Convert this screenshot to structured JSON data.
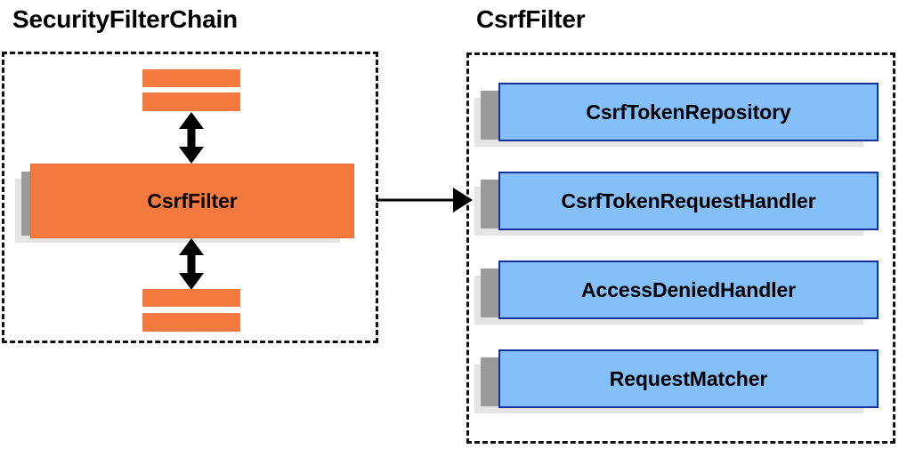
{
  "diagram": {
    "type": "component-relationship-diagram",
    "background": "#ffffff",
    "colors": {
      "orange_fill": "#f4793e",
      "orange_border": "#e86a2e",
      "blue_fill": "#85bffa",
      "blue_border": "#16309c",
      "shadow_dark": "#9a9a9a",
      "shadow_light": "#e4e4e4",
      "outline_dashed": "#111111",
      "arrow": "#000000",
      "text": "#000000"
    }
  },
  "left_panel": {
    "title": "SecurityFilterChain",
    "highlighted_filter": "CsrfFilter",
    "filters_above_count": 2,
    "filters_below_count": 2,
    "arrow_above": "double-headed-vertical",
    "arrow_below": "double-headed-vertical"
  },
  "connector": {
    "label": "",
    "direction": "left-to-right",
    "style": "solid-single-head"
  },
  "right_panel": {
    "title": "CsrfFilter",
    "collaborators": [
      {
        "label": "CsrfTokenRepository"
      },
      {
        "label": "CsrfTokenRequestHandler"
      },
      {
        "label": "AccessDeniedHandler"
      },
      {
        "label": "RequestMatcher"
      }
    ]
  }
}
